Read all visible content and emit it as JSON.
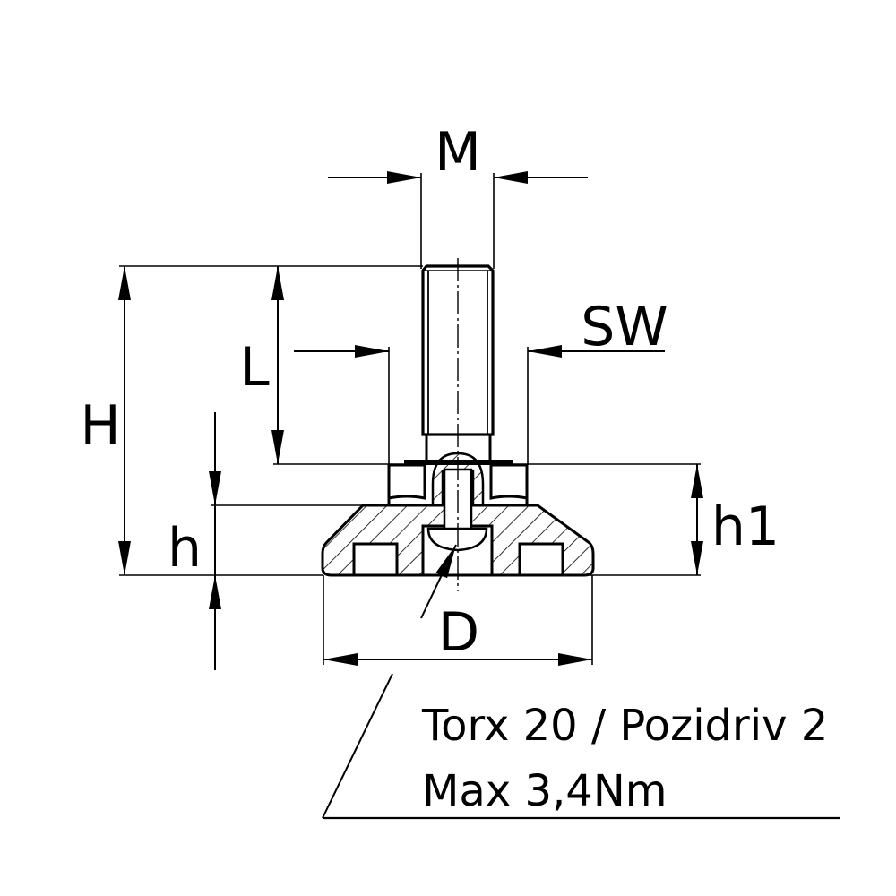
{
  "diagram": {
    "type": "technical-drawing",
    "subject": "Leveling foot with threaded stud, hex nut and ball joint base (section view)",
    "background": "#ffffff",
    "line_color": "#000000"
  },
  "dimensions": {
    "thread_diameter": "M",
    "wrench_size": "SW",
    "total_height": "H",
    "thread_length": "L",
    "base_height": "h",
    "nut_height": "h1",
    "base_diameter": "D"
  },
  "note": {
    "line1": "Torx 20 / Pozidriv 2",
    "line2": "Max 3,4Nm"
  }
}
